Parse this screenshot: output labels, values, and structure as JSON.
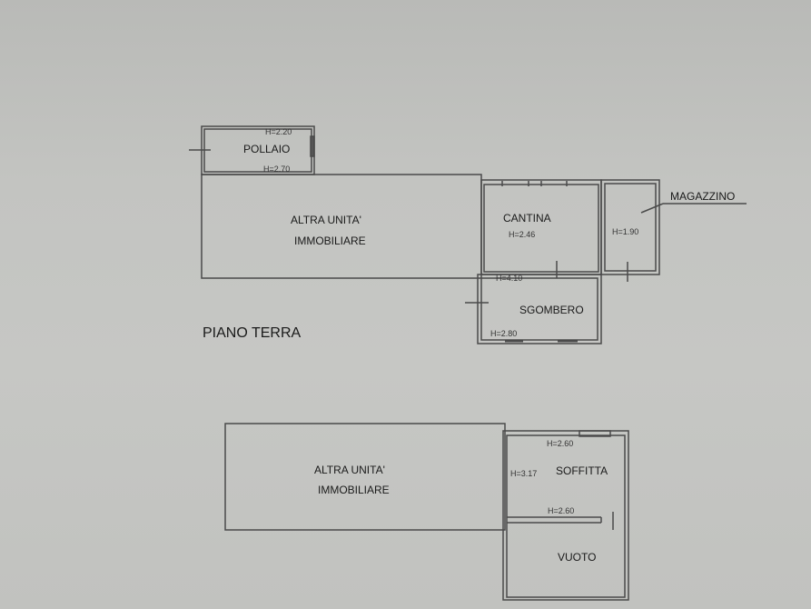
{
  "plan": {
    "ground_floor": {
      "title": "PIANO TERRA",
      "rooms": {
        "pollaio": {
          "name": "POLLAIO",
          "h1": "H=2.20",
          "h2": "H=2.70"
        },
        "altra_unita": {
          "line1": "ALTRA UNITA'",
          "line2": "IMMOBILIARE"
        },
        "cantina": {
          "name": "CANTINA",
          "h": "H=2.46"
        },
        "magazzino": {
          "name": "MAGAZZINO",
          "h": "H=1.90"
        },
        "passage": {
          "h": "H=4.10"
        },
        "sgombero": {
          "name": "SGOMBERO",
          "h": "H=2.80"
        }
      }
    },
    "upper_floor": {
      "rooms": {
        "altra_unita": {
          "line1": "ALTRA UNITA'",
          "line2": "IMMOBILIARE"
        },
        "soffitta": {
          "name": "SOFFITTA",
          "h_top": "H=2.60",
          "h_left": "H=3.17",
          "h_bottom": "H=2.60"
        },
        "vuoto": {
          "name": "VUOTO"
        }
      }
    }
  },
  "colors": {
    "paper": "#c2c3c0",
    "line": "#4a4a4a",
    "text": "#1a1a1a"
  }
}
